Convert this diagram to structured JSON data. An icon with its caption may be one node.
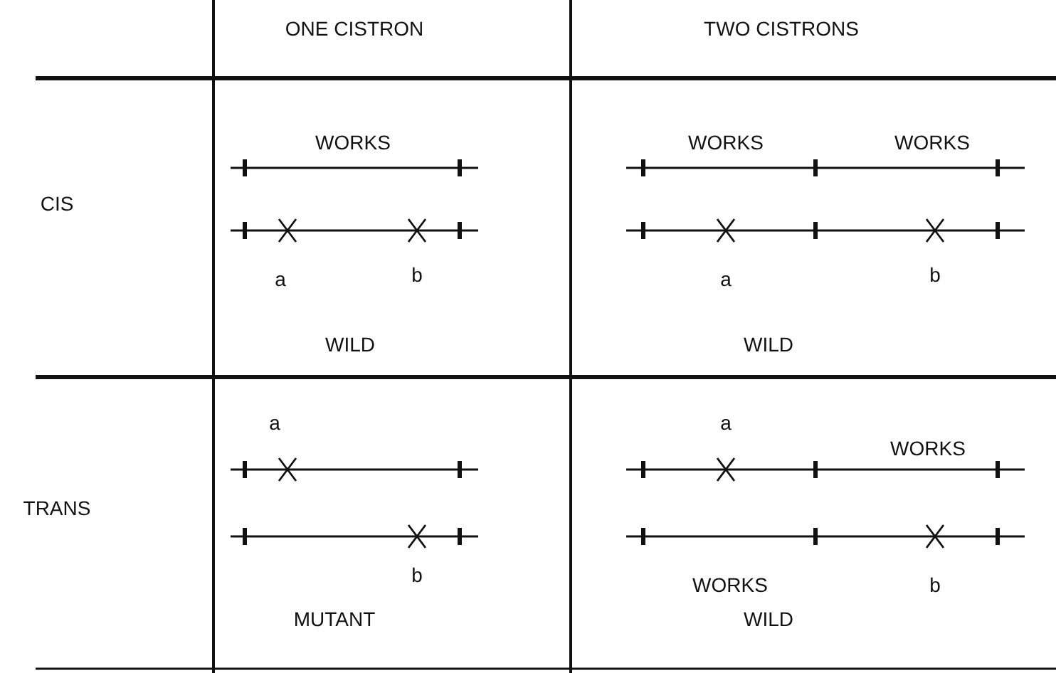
{
  "diagram": {
    "labels": [
      "ONE CISTRON",
      "TWO CISTRONS",
      "WORKS",
      "WORKS",
      "WORKS",
      "CIS",
      "a",
      "b",
      "a",
      "b",
      "WILD",
      "WILD",
      "a",
      "a",
      "WORKS",
      "TRANS",
      "b",
      "WORKS",
      "b",
      "MUTANT",
      "WILD"
    ]
  }
}
